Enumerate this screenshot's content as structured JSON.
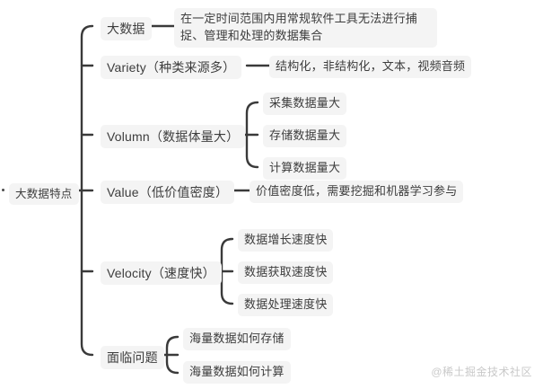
{
  "root": {
    "label": "大数据特点"
  },
  "branches": [
    {
      "label": "大数据",
      "description": "在一定时间范围内用常规软件工具无法进行捕捉、管理和处理的数据集合",
      "children": []
    },
    {
      "label": "Variety（种类来源多）",
      "description": "结构化，非结构化，文本，视频音频",
      "children": []
    },
    {
      "label": "Volumn（数据体量大）",
      "description": null,
      "children": [
        "采集数据量大",
        "存储数据量大",
        "计算数据量大"
      ]
    },
    {
      "label": "Value（低价值密度）",
      "description": "价值密度低，需要挖掘和机器学习参与",
      "children": []
    },
    {
      "label": "Velocity（速度快）",
      "description": null,
      "children": [
        "数据增长速度快",
        "数据获取速度快",
        "数据处理速度快"
      ]
    },
    {
      "label": "面临问题",
      "description": null,
      "children": [
        "海量数据如何存储",
        "海量数据如何计算"
      ]
    }
  ],
  "watermark": "@稀土掘金技术社区",
  "colors": {
    "line": "#3a3a3a",
    "node_bg": "#f4f4f4",
    "text": "#3d3d3d",
    "watermark": "#c9c9c9"
  }
}
